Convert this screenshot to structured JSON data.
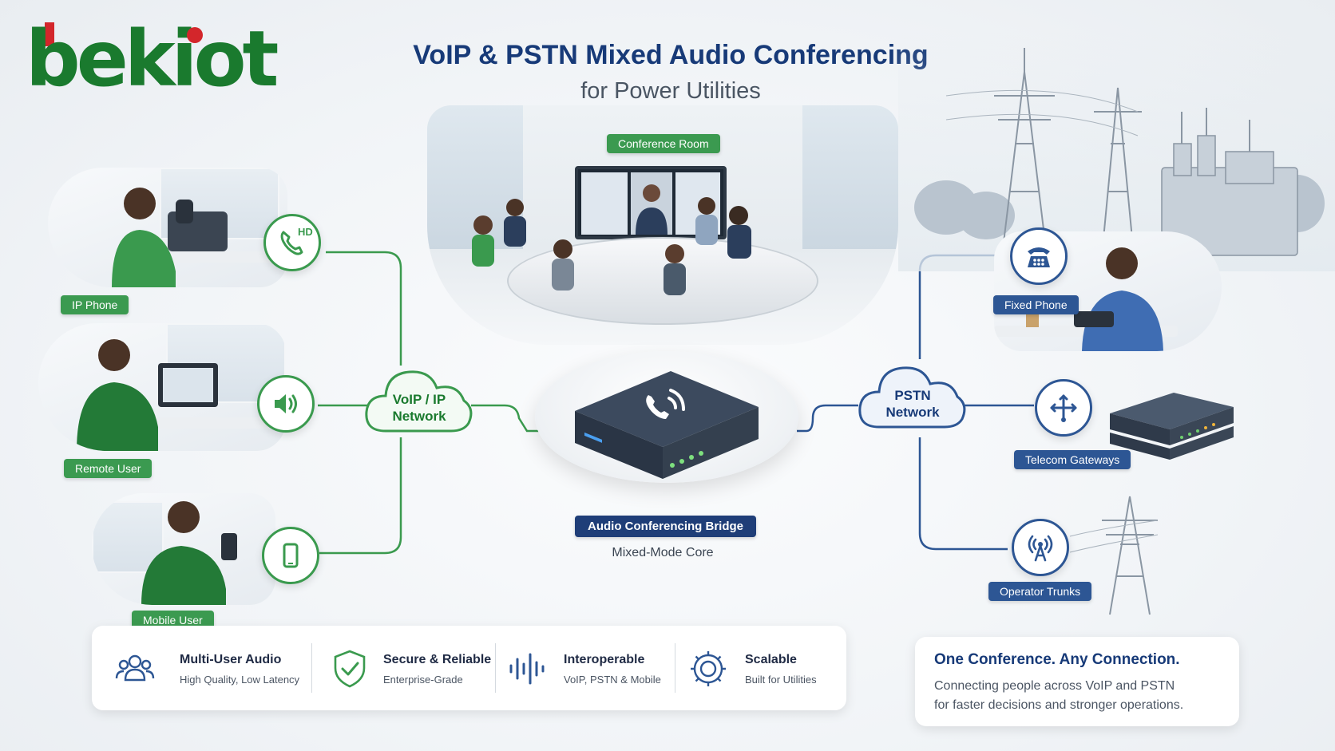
{
  "brand": {
    "logo_text": "bekiot"
  },
  "header": {
    "title": "VoIP & PSTN Mixed Audio Conferencing",
    "subtitle": "for Power Utilities"
  },
  "conference_room": {
    "label": "Conference Room"
  },
  "voip_side": {
    "cloud_label": "VoIP / IP Network",
    "cloud_line1": "VoIP / IP",
    "cloud_line2": "Network",
    "endpoints": [
      {
        "label": "IP Phone",
        "icon": "hd-phone-icon",
        "badge": "HD"
      },
      {
        "label": "Remote User",
        "icon": "speaker-icon"
      },
      {
        "label": "Mobile User",
        "icon": "mobile-phone-icon"
      }
    ]
  },
  "pstn_side": {
    "cloud_line1": "PSTN",
    "cloud_line2": "Network",
    "endpoints": [
      {
        "label": "Fixed Phone",
        "icon": "rotary-phone-icon"
      },
      {
        "label": "Telecom Gateways",
        "icon": "network-arrows-icon"
      },
      {
        "label": "Operator Trunks",
        "icon": "antenna-icon"
      }
    ]
  },
  "core": {
    "label": "Audio Conferencing Bridge",
    "sublabel": "Mixed-Mode Core",
    "icon": "phone-waves-icon"
  },
  "features": [
    {
      "title": "Multi-User Audio",
      "subtitle": "High Quality, Low Latency",
      "icon": "users-icon"
    },
    {
      "title": "Secure & Reliable",
      "subtitle": "Enterprise-Grade",
      "icon": "shield-check-icon"
    },
    {
      "title": "Interoperable",
      "subtitle": "VoIP, PSTN & Mobile",
      "icon": "sound-wave-icon"
    },
    {
      "title": "Scalable",
      "subtitle": "Built for Utilities",
      "icon": "gear-icon"
    }
  ],
  "tagline": {
    "title": "One Conference. Any Connection.",
    "line1": "Connecting people across VoIP and PSTN",
    "line2": "for faster decisions and stronger operations."
  },
  "colors": {
    "green": "#3a9a4e",
    "dark_green": "#1a7a2e",
    "blue": "#2d5694",
    "navy": "#173a78",
    "logo_red": "#d3262b"
  }
}
